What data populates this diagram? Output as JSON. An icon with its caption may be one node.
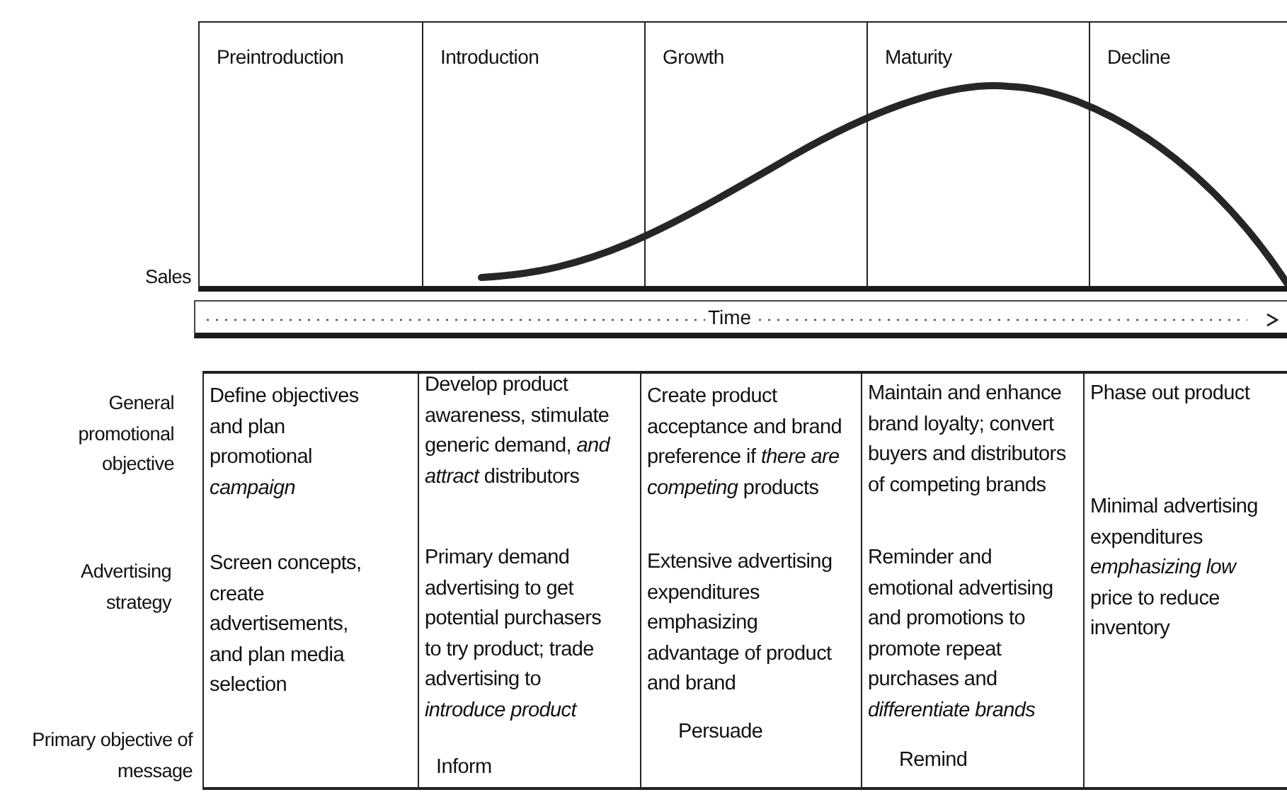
{
  "diagram": {
    "nodes": [
      {
        "text": [
          "Preintroduction"
        ]
      },
      {
        "text": [
          "Introduction"
        ]
      },
      {
        "text": [
          "Growth"
        ]
      },
      {
        "text": [
          "Maturity"
        ]
      },
      {
        "text": [
          "Decline"
        ]
      },
      {
        "text": [
          "Time"
        ]
      },
      {
        "text": [
          "Define objectives and plan promotional *campaign*",
          "Screen concepts, create advertisements, and plan media selection"
        ]
      },
      {
        "text": [
          "Develop product awareness, stimulate generic demand, *and attract* distributors",
          "Primary demand advertising to get potential purchasers to try product; trade advertising to *introduce product*",
          "Inform"
        ]
      },
      {
        "text": [
          "Create product acceptance and brand preference if *there are competing* products",
          "Extensive advertising expenditures emphasizing advantage of product and brand",
          "Persuade"
        ]
      },
      {
        "text": [
          "Maintain and enhance brand loyalty; convert buyers and distributors of competing brands",
          "Reminder and emotional advertising and promotions to promote repeat purchases and *differentiate brands*",
          "Remind"
        ]
      },
      {
        "text": [
          "Phase out product",
          "Minimal advertising expenditures *emphasizing low* price to reduce inventory"
        ]
      }
    ],
    "edges": [],
    "labels": [
      "Sales",
      "General promotional objective",
      "Advertising strategy",
      "Primary objective of message"
    ]
  }
}
